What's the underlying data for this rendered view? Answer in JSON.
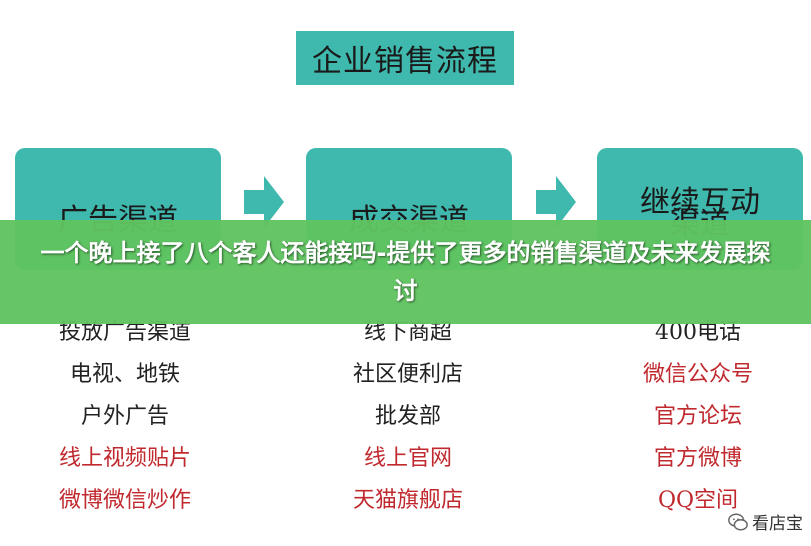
{
  "title": "企业销售流程",
  "stages": [
    {
      "label": "广告渠道",
      "items": [
        {
          "text": "投放广告渠道",
          "color": "#222222"
        },
        {
          "text": "电视、地铁",
          "color": "#222222"
        },
        {
          "text": "户外广告",
          "color": "#222222"
        },
        {
          "text": "线上视频贴片",
          "color": "#c0292e"
        },
        {
          "text": "微博微信炒作",
          "color": "#c0292e"
        }
      ]
    },
    {
      "label": "成交渠道",
      "items": [
        {
          "text": "线下商超",
          "color": "#222222"
        },
        {
          "text": "社区便利店",
          "color": "#222222"
        },
        {
          "text": "批发部",
          "color": "#222222"
        },
        {
          "text": "线上官网",
          "color": "#c0292e"
        },
        {
          "text": "天猫旗舰店",
          "color": "#c0292e"
        }
      ]
    },
    {
      "label": "继续互动",
      "sublabel": "渠道",
      "items": [
        {
          "text": "400电话",
          "color": "#222222"
        },
        {
          "text": "微信公众号",
          "color": "#c0292e"
        },
        {
          "text": "官方论坛",
          "color": "#c0292e"
        },
        {
          "text": "官方微博",
          "color": "#c0292e"
        },
        {
          "text": "QQ空间",
          "color": "#c0292e"
        }
      ]
    }
  ],
  "banner": "一个晚上接了八个客人还能接吗-提供了更多的销售渠道及未来发展探讨",
  "watermark": "看店宝",
  "colors": {
    "teal": "#3fb8ad",
    "banner": "#60c460",
    "red": "#c0292e"
  }
}
